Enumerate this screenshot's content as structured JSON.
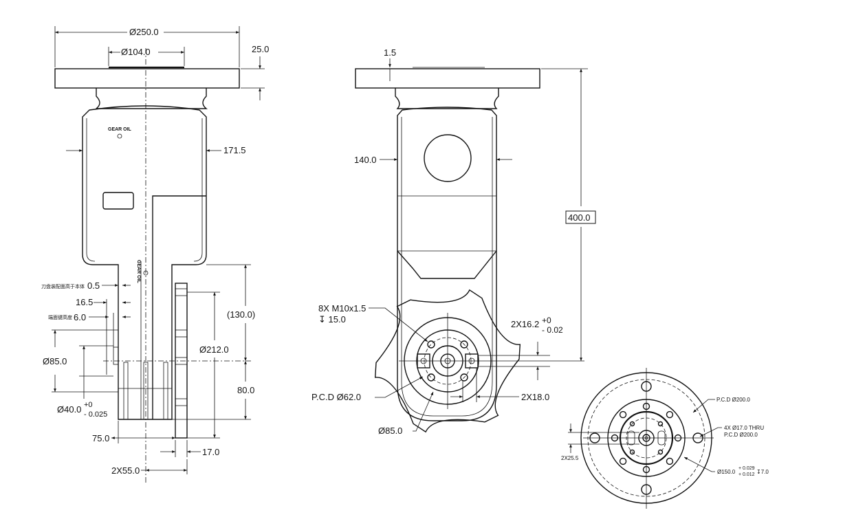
{
  "side_view": {
    "flange_dia": "Ø250.0",
    "pilot_dia": "Ø104.0",
    "flange_thickness": "25.0",
    "body_width": "171.5",
    "gear_oil_label": "GEAR OIL",
    "gear_oil_label_2": "GEAR OIL",
    "mount_offset_note": "刀盘装配面高于本体",
    "mount_offset": "0.5",
    "dim_16_5": "16.5",
    "key_height_note": "端面键高度",
    "key_height": "6.0",
    "shoulder_dia": "Ø85.0",
    "shaft_dia": "Ø40.0",
    "shaft_tol_upper": "+0",
    "shaft_tol_lower": "- 0.025",
    "ref_height": "(130.0)",
    "cutter_dia": "Ø212.0",
    "dim_80": "80.0",
    "dim_75": "75.0",
    "cutter_thickness": "17.0",
    "dim_2x55": "2X55.0"
  },
  "front_view": {
    "flange_step": "1.5",
    "body_width": "140.0",
    "total_height": "400.0",
    "thread_spec": "8X M10x1.5",
    "thread_depth": "↧ 15.0",
    "key_width": "2X16.2",
    "key_tol_upper": "+0",
    "key_tol_lower": "- 0.02",
    "pcd": "P.C.D Ø62.0",
    "key_spacing": "2X18.0",
    "hub_dia": "Ø85.0"
  },
  "flange_view": {
    "pcd_outer": "P.C.D Ø200.0",
    "holes": "4X Ø17.0 THRU",
    "holes_pcd": "P.C.D Ø200.0",
    "slot_width": "2X25.5",
    "pilot_dia": "Ø150.0",
    "pilot_tol_upper": "+ 0.029",
    "pilot_tol_lower": "+ 0.012",
    "pilot_depth": "↧7.0"
  }
}
